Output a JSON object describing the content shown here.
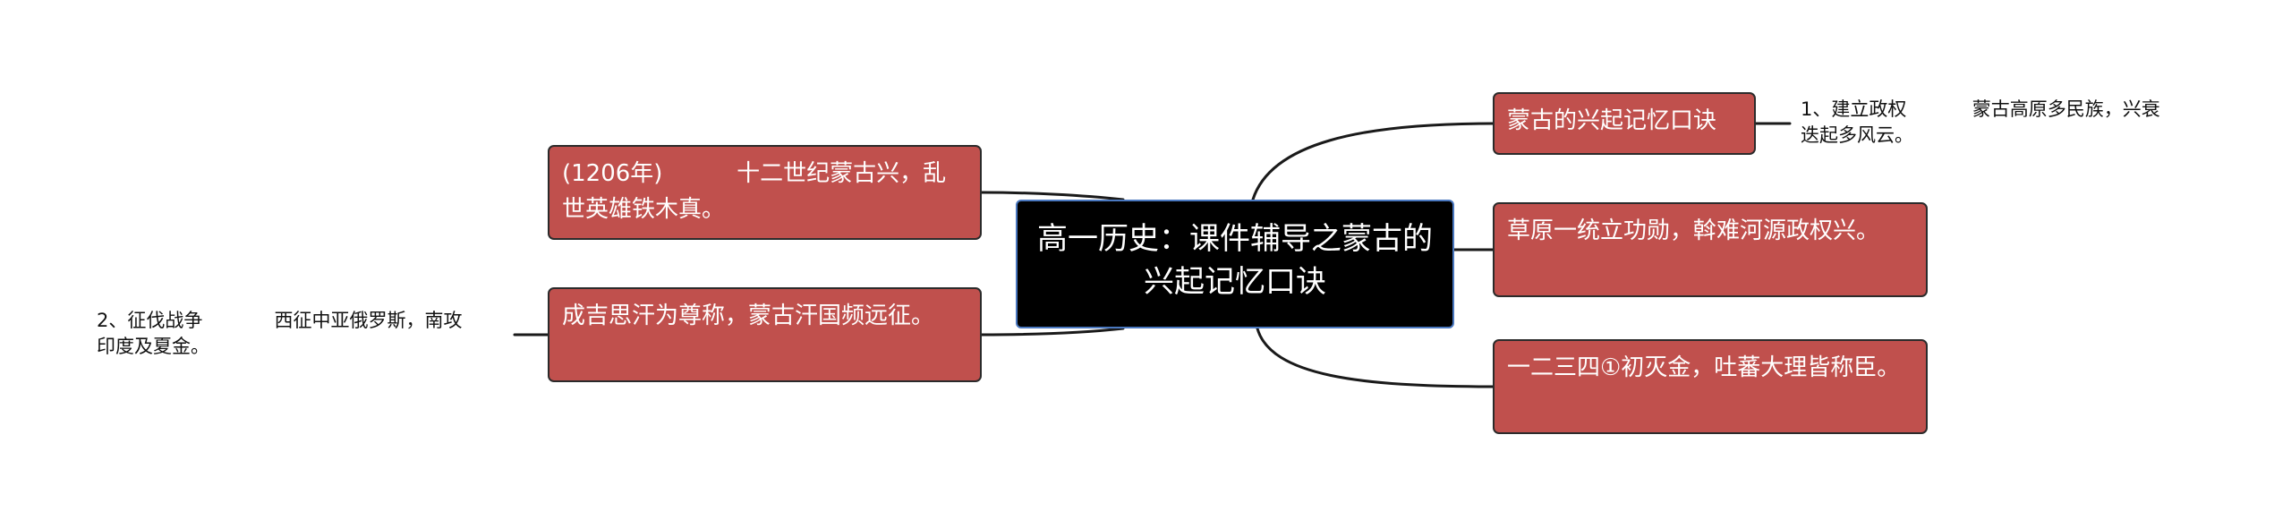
{
  "colors": {
    "center_bg": "#000000",
    "center_border": "#4a78c0",
    "branch_bg": "#c0504d",
    "line": "#1a1a1a"
  },
  "center": {
    "text": "高一历史：课件辅导之蒙古的兴起记忆口诀"
  },
  "branches": {
    "right1": {
      "text": "蒙古的兴起记忆口诀",
      "leaf": "1、建立政权           蒙古高原多民族，兴衰\n迭起多风云。"
    },
    "right2": {
      "text": "草原一统立功勋，斡难河源政权兴。"
    },
    "right3": {
      "text": "一二三四①初灭金，吐蕃大理皆称臣。"
    },
    "left1": {
      "text": "(1206年)          十二世纪蒙古兴，乱世英雄铁木真。"
    },
    "left2": {
      "text": "成吉思汗为尊称，蒙古汗国频远征。",
      "leaf": "2、征伐战争            西征中亚俄罗斯，南攻\n印度及夏金。"
    }
  }
}
